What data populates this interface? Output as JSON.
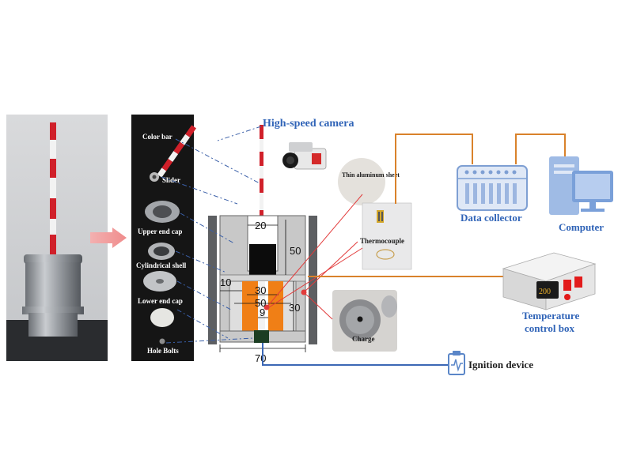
{
  "photo_panel": {
    "labels": [
      "Color bar",
      "Slider",
      "Upper end cap",
      "Cylindrical shell",
      "Lower end cap",
      "Hole Bolts"
    ]
  },
  "apparatus": {
    "dimensions": {
      "top_width": "20",
      "upper_height": "50",
      "left_wall": "10",
      "inner_width": "30",
      "mid_width": "50",
      "right_height": "30",
      "charge_width": "9",
      "base_width": "70"
    }
  },
  "devices": {
    "camera": "High-speed camera",
    "sheet": "Thin aluminum sheet",
    "thermocouple": "Thermocouple",
    "data_collector": "Data collector",
    "computer": "Computer",
    "temp_box": "Temperature control box",
    "temp_box_line1": "Temperature",
    "temp_box_line2": "control box",
    "temp_display": "200",
    "charge": "Charge",
    "ignition": "Ignition device"
  },
  "colors": {
    "label_blue": "#2f63b7",
    "wire_orange": "#d9822b",
    "wire_blue": "#3b67b5",
    "charge_orange": "#f07f16",
    "pointer_red": "#e23b3b"
  }
}
